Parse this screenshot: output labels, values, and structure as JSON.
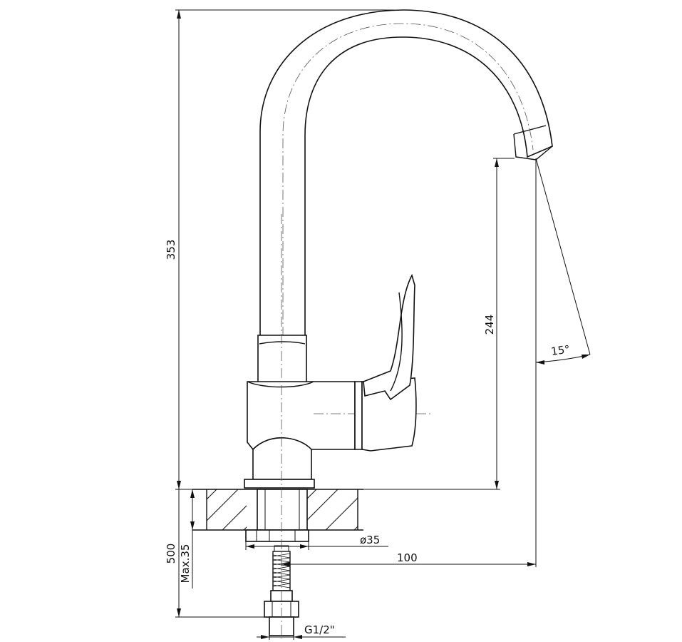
{
  "dimensions": {
    "overall_height": "353",
    "spout_height": "244",
    "spout_angle": "15°",
    "base_diameter": "ø35",
    "reach": "100",
    "hose_length": "500",
    "max_thickness": "Max.35",
    "connection": "G1/2\""
  },
  "icons": {
    "faucet": "faucet-icon",
    "handle": "lever-handle-icon"
  }
}
